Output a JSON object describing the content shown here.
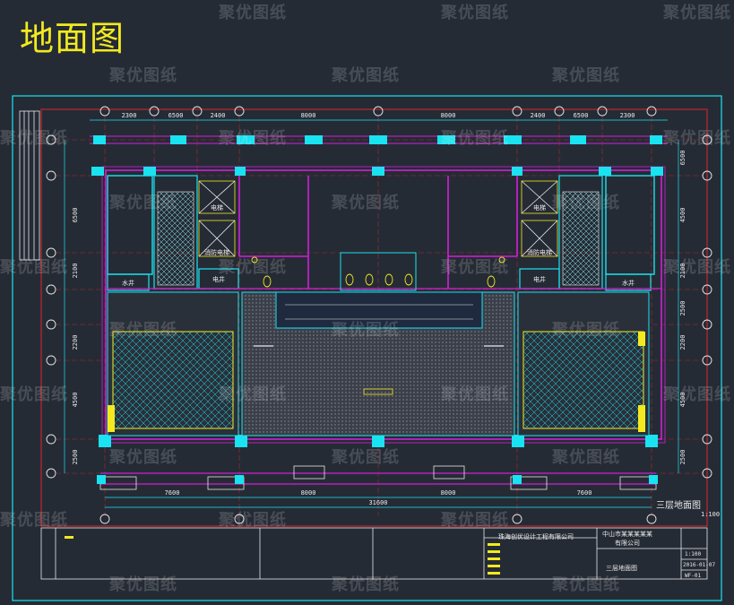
{
  "title": "地面图",
  "watermark": "聚优图纸",
  "plan": {
    "name": "三层地面图",
    "scale": "1:100"
  },
  "top_dims": [
    "2300",
    "6500",
    "2400",
    "8000",
    "8000",
    "2400",
    "6500",
    "2300"
  ],
  "bottom_dims": [
    "7600",
    "8000",
    "8000",
    "7600"
  ],
  "total_width": "31600",
  "left_dims": [
    "6500",
    "2100",
    "2200",
    "4500",
    "2500"
  ],
  "right_dims": [
    "6500",
    "4500",
    "2100",
    "2500",
    "2200",
    "4500",
    "2500"
  ],
  "room_labels": {
    "elevator": "电梯",
    "fire_elevator": "消防电梯",
    "shaft": "水井",
    "shaft2": "电井"
  },
  "title_block": {
    "company": "珠海创优设计工程有限公司",
    "client_line1": "中山市某某某某某",
    "client_line2": "有限公司",
    "drawing_name": "三层地面图",
    "scale": "1:100",
    "date": "2016-01-07",
    "sheet": "WF-01"
  },
  "colors": {
    "background": "#252b35",
    "yellow": "#f2ea1f",
    "cyan": "#19e3f0",
    "magenta": "#d11fd8",
    "red": "#e0262a",
    "white": "#e8e8e8"
  }
}
